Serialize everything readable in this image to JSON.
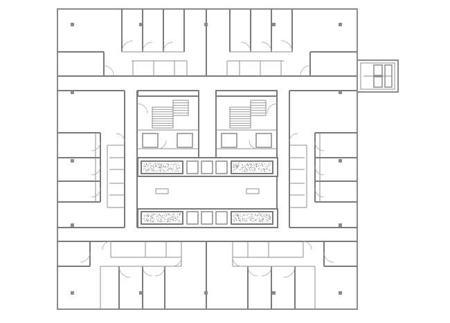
{
  "drawing": {
    "wall_color": "#7a7a7a",
    "background": "#ffffff",
    "speckle_color": "#6f6f6f"
  },
  "elements": {
    "floor_outline": "outer-wall",
    "corridor": "ring-corridor",
    "core": "central-core",
    "stairs": [
      "stair-left",
      "stair-right"
    ],
    "elevators": 6,
    "planters": 4,
    "benches": 2,
    "annex": "east-annex"
  }
}
